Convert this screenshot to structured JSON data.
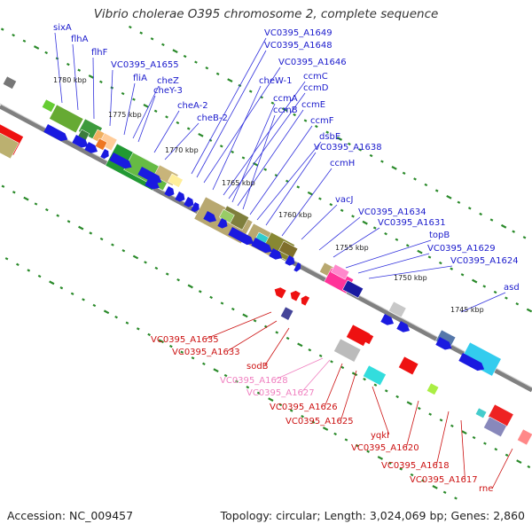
{
  "title": "Vibrio cholerae O395 chromosome 2, complete sequence",
  "footer": {
    "accession": "Accession: NC_009457",
    "summary": "Topology: circular; Length: 3,024,069 bp; Genes: 2,860"
  },
  "colors": {
    "forward_label": "#1a1acc",
    "reverse_label": "#cc1111",
    "reverse_label_light": "#f080c0",
    "backbone": "#808080",
    "tick": "#2a8a2a"
  },
  "kbp_ticks": [
    "1780 kbp",
    "1775 kbp",
    "1770 kbp",
    "1765 kbp",
    "1760 kbp",
    "1755 kbp",
    "1750 kbp",
    "1745 kbp"
  ],
  "forward_genes": [
    "sixA",
    "flhA",
    "flhF",
    "VC0395_A1655",
    "fliA",
    "cheZ",
    "cheY-3",
    "cheA-2",
    "cheB-2",
    "VC0395_A1649",
    "VC0395_A1648",
    "VC0395_A1646",
    "cheW-1",
    "ccmC",
    "ccmD",
    "ccmA",
    "ccmE",
    "ccmB",
    "ccmF",
    "dsbE",
    "VC0395_A1638",
    "ccmH",
    "vacJ",
    "VC0395_A1634",
    "VC0395_A1631",
    "topB",
    "VC0395_A1629",
    "VC0395_A1624",
    "asd"
  ],
  "reverse_genes": [
    "VC0395_A1635",
    "VC0395_A1633",
    "sodB",
    "VC0395_A1628",
    "VC0395_A1627",
    "VC0395_A1626",
    "VC0395_A1625",
    "yqkI",
    "VC0395_A1620",
    "VC0395_A1618",
    "VC0395_A1617",
    "rne"
  ]
}
